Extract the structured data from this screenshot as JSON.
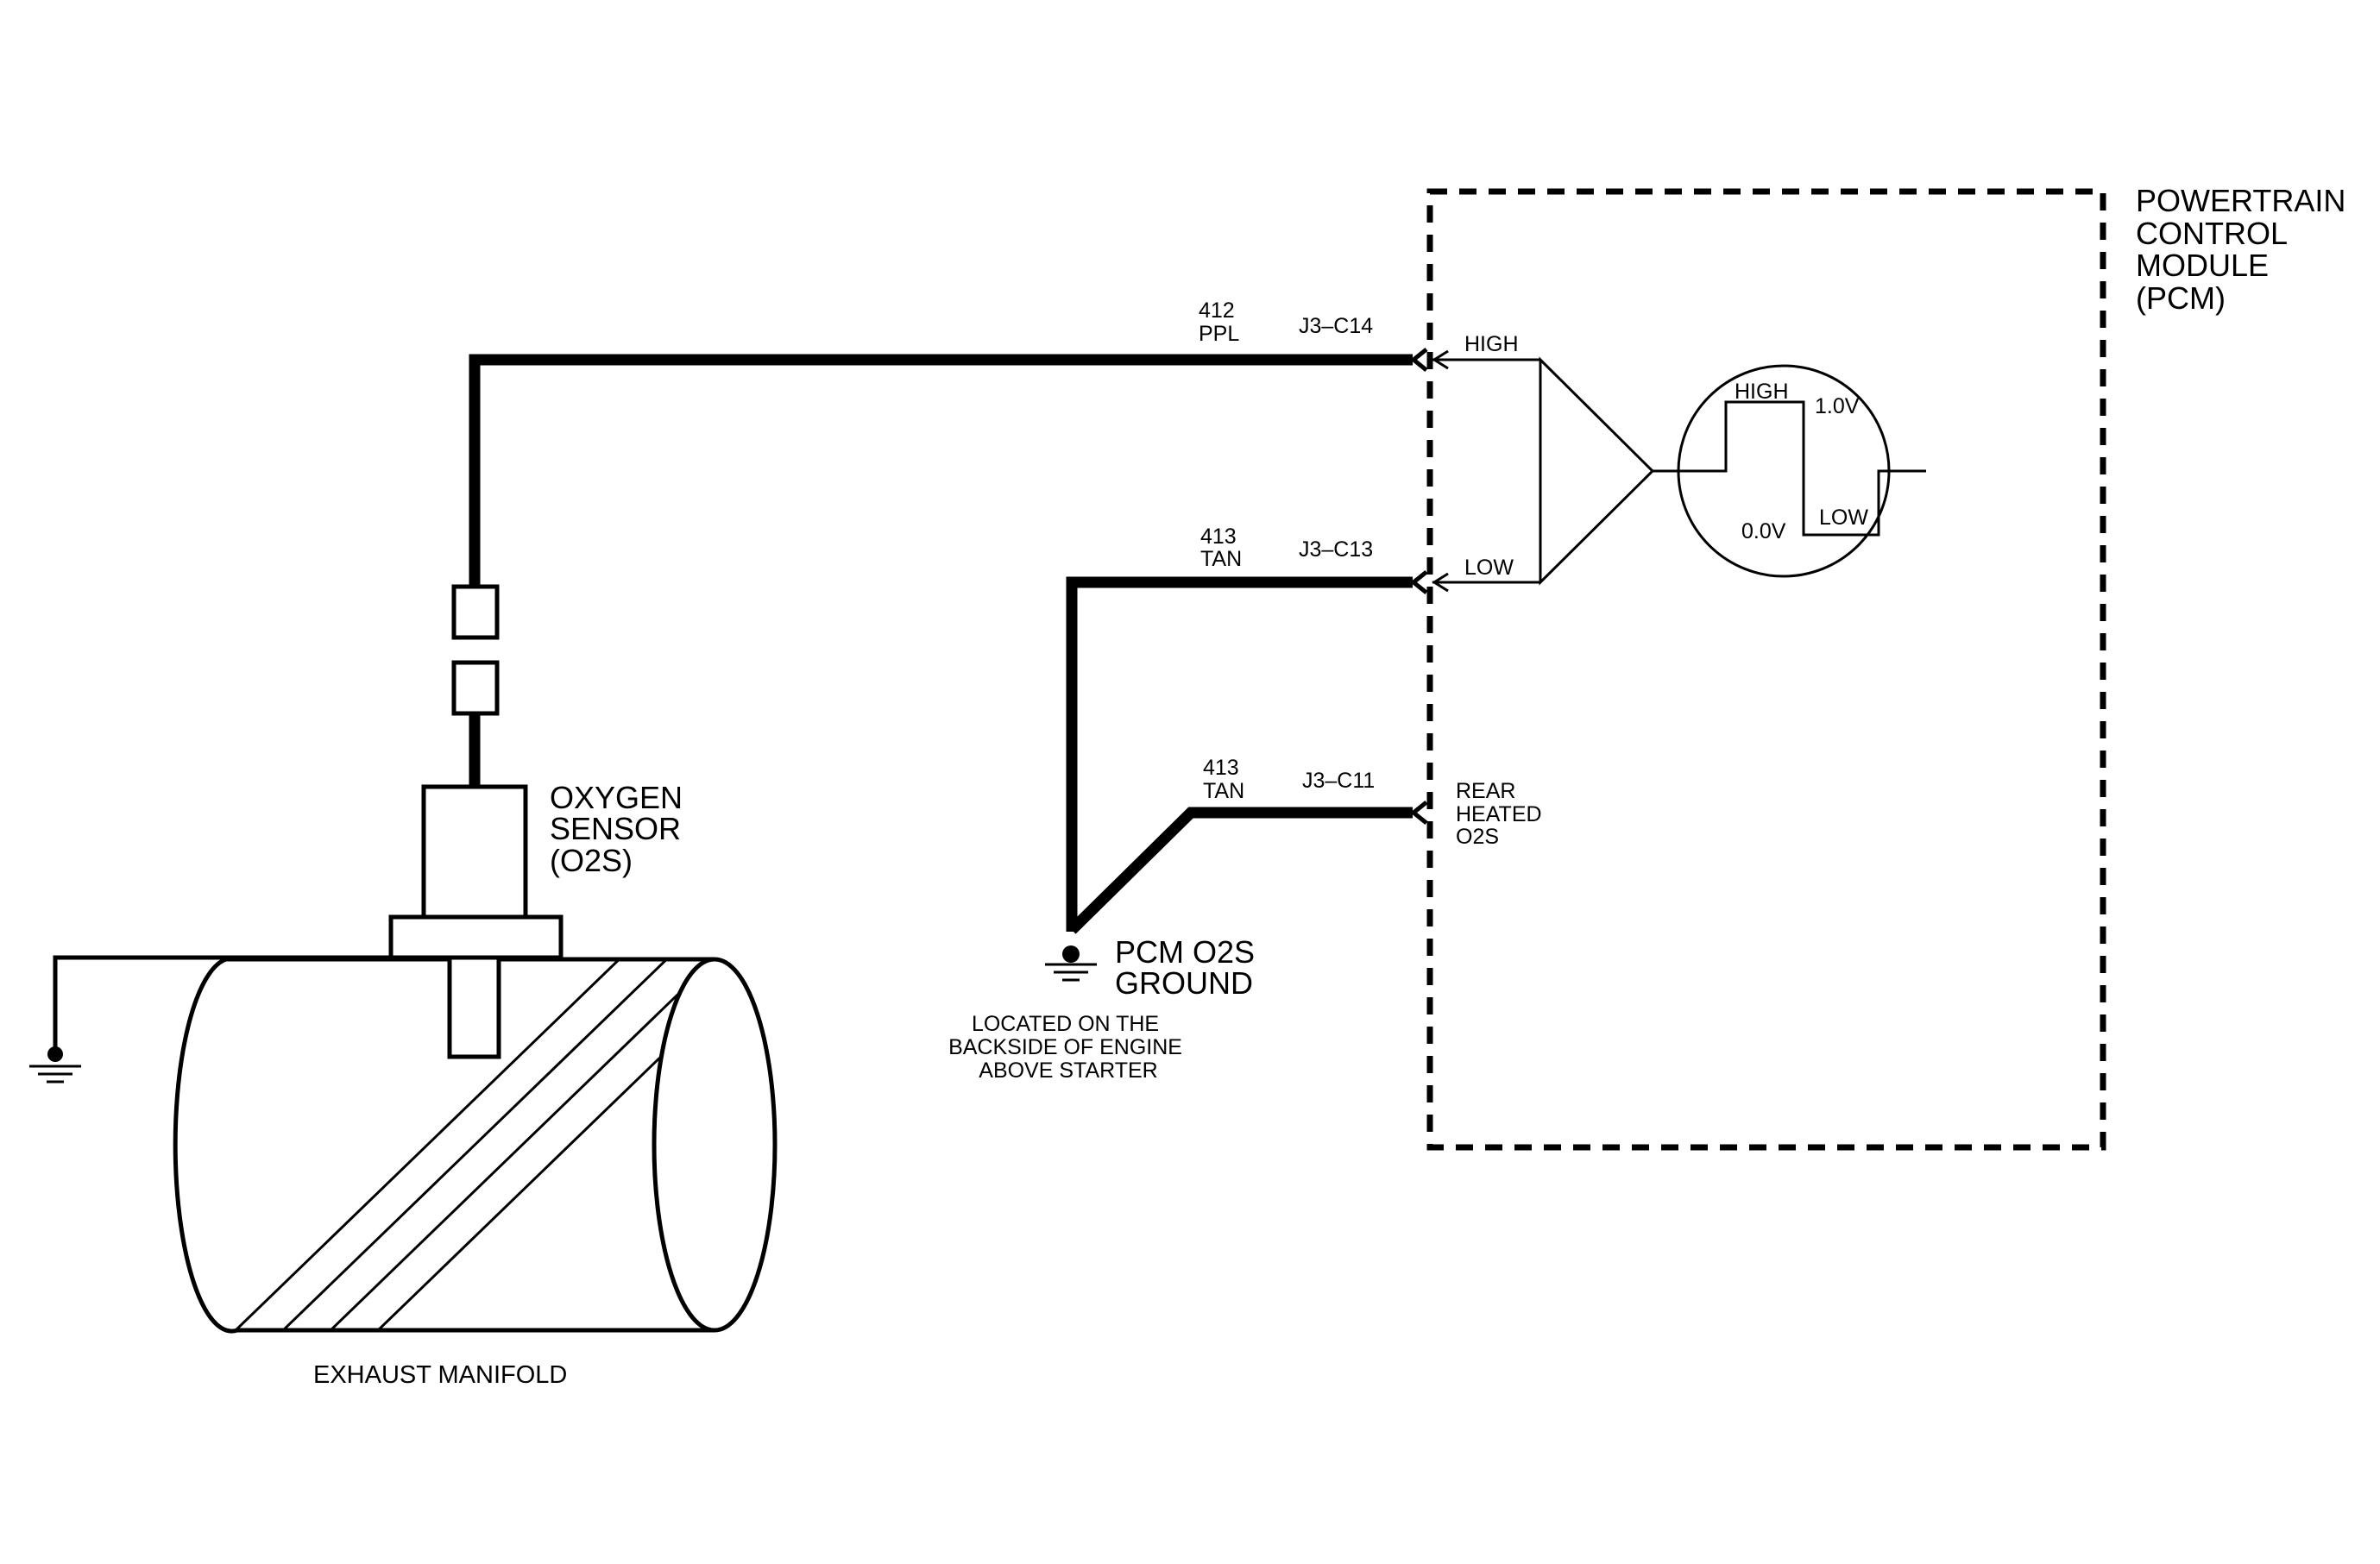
{
  "pcm": {
    "title_lines": [
      "POWERTRAIN",
      "CONTROL",
      "MODULE",
      "(PCM)"
    ],
    "high_label": "HIGH",
    "low_label": "LOW",
    "rear_lines": [
      "REAR",
      "HEATED",
      "O2S"
    ]
  },
  "scope": {
    "high_label": "HIGH",
    "high_voltage": "1.0V",
    "low_label": "LOW",
    "low_voltage": "0.0V"
  },
  "wires": {
    "c14": {
      "circuit": "412",
      "color": "PPL",
      "pin": "J3–C14"
    },
    "c13": {
      "circuit": "413",
      "color": "TAN",
      "pin": "J3–C13"
    },
    "c11": {
      "circuit": "413",
      "color": "TAN",
      "pin": "J3–C11"
    }
  },
  "sensor": {
    "label_lines": [
      "OXYGEN",
      "SENSOR",
      "(O2S)"
    ]
  },
  "ground": {
    "label_lines": [
      "PCM O2S",
      "GROUND"
    ],
    "location_lines": [
      "LOCATED ON THE",
      "BACKSIDE OF ENGINE",
      "ABOVE STARTER"
    ]
  },
  "manifold": {
    "label": "EXHAUST MANIFOLD"
  }
}
